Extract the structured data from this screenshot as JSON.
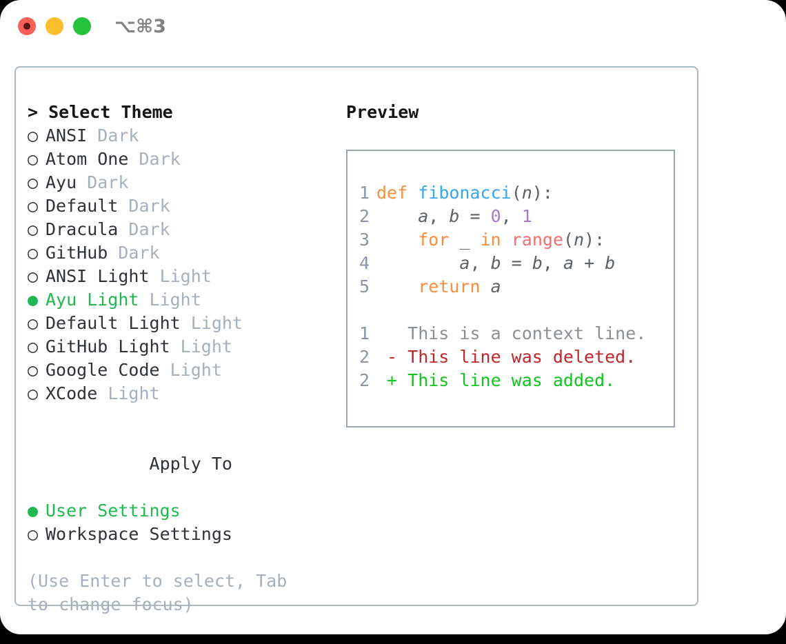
{
  "titlebar": {
    "shortcut": "⌥⌘3",
    "buttons": [
      {
        "name": "close",
        "color": "#f8605a"
      },
      {
        "name": "minimize",
        "color": "#fcbe2c"
      },
      {
        "name": "maximize",
        "color": "#25c23f"
      }
    ]
  },
  "theme_list": {
    "header": "> Select Theme",
    "items": [
      {
        "bullet": "○",
        "label": "ANSI",
        "suffix": "Dark",
        "selected": false
      },
      {
        "bullet": "○",
        "label": "Atom One",
        "suffix": "Dark",
        "selected": false
      },
      {
        "bullet": "○",
        "label": "Ayu",
        "suffix": "Dark",
        "selected": false
      },
      {
        "bullet": "○",
        "label": "Default",
        "suffix": "Dark",
        "selected": false
      },
      {
        "bullet": "○",
        "label": "Dracula",
        "suffix": "Dark",
        "selected": false
      },
      {
        "bullet": "○",
        "label": "GitHub",
        "suffix": "Dark",
        "selected": false
      },
      {
        "bullet": "○",
        "label": "ANSI Light",
        "suffix": "Light",
        "selected": false
      },
      {
        "bullet": "●",
        "label": "Ayu Light",
        "suffix": "Light",
        "selected": true
      },
      {
        "bullet": "○",
        "label": "Default Light",
        "suffix": "Light",
        "selected": false
      },
      {
        "bullet": "○",
        "label": "GitHub Light",
        "suffix": "Light",
        "selected": false
      },
      {
        "bullet": "○",
        "label": "Google Code",
        "suffix": "Light",
        "selected": false
      },
      {
        "bullet": "○",
        "label": "XCode",
        "suffix": "Light",
        "selected": false
      }
    ]
  },
  "apply_to": {
    "header": "Apply To",
    "items": [
      {
        "bullet": "●",
        "label": "User Settings",
        "selected": true
      },
      {
        "bullet": "○",
        "label": "Workspace Settings",
        "selected": false
      }
    ]
  },
  "hint": "(Use Enter to select, Tab to change focus)",
  "preview": {
    "title": "Preview",
    "code_lines": [
      {
        "n": "1",
        "tokens": [
          {
            "t": "def",
            "c": "k"
          },
          {
            "t": " ",
            "c": "pn"
          },
          {
            "t": "fibonacci",
            "c": "fn"
          },
          {
            "t": "(",
            "c": "pn"
          },
          {
            "t": "n",
            "c": "var"
          },
          {
            "t": "):",
            "c": "pn"
          }
        ]
      },
      {
        "n": "2",
        "tokens": [
          {
            "t": "    ",
            "c": "pn"
          },
          {
            "t": "a",
            "c": "var"
          },
          {
            "t": ", ",
            "c": "pn"
          },
          {
            "t": "b",
            "c": "var"
          },
          {
            "t": " = ",
            "c": "pn"
          },
          {
            "t": "0",
            "c": "num"
          },
          {
            "t": ", ",
            "c": "pn"
          },
          {
            "t": "1",
            "c": "num"
          }
        ]
      },
      {
        "n": "3",
        "tokens": [
          {
            "t": "    ",
            "c": "pn"
          },
          {
            "t": "for",
            "c": "k"
          },
          {
            "t": " ",
            "c": "pn"
          },
          {
            "t": "_",
            "c": "var"
          },
          {
            "t": " ",
            "c": "pn"
          },
          {
            "t": "in",
            "c": "k"
          },
          {
            "t": " ",
            "c": "pn"
          },
          {
            "t": "range",
            "c": "bi"
          },
          {
            "t": "(",
            "c": "pn"
          },
          {
            "t": "n",
            "c": "var"
          },
          {
            "t": "):",
            "c": "pn"
          }
        ]
      },
      {
        "n": "4",
        "tokens": [
          {
            "t": "        ",
            "c": "pn"
          },
          {
            "t": "a",
            "c": "var"
          },
          {
            "t": ", ",
            "c": "pn"
          },
          {
            "t": "b",
            "c": "var"
          },
          {
            "t": " = ",
            "c": "pn"
          },
          {
            "t": "b",
            "c": "var"
          },
          {
            "t": ", ",
            "c": "pn"
          },
          {
            "t": "a",
            "c": "var"
          },
          {
            "t": " + ",
            "c": "pn"
          },
          {
            "t": "b",
            "c": "var"
          }
        ]
      },
      {
        "n": "5",
        "tokens": [
          {
            "t": "    ",
            "c": "pn"
          },
          {
            "t": "return",
            "c": "k"
          },
          {
            "t": " ",
            "c": "pn"
          },
          {
            "t": "a",
            "c": "var"
          }
        ]
      }
    ],
    "diff_lines": [
      {
        "n": "1",
        "marker": " ",
        "text": "This is a context line.",
        "kind": "ctx"
      },
      {
        "n": "2",
        "marker": "-",
        "text": "This line was deleted.",
        "kind": "del"
      },
      {
        "n": "2",
        "marker": "+",
        "text": "This line was added.",
        "kind": "add"
      }
    ]
  }
}
